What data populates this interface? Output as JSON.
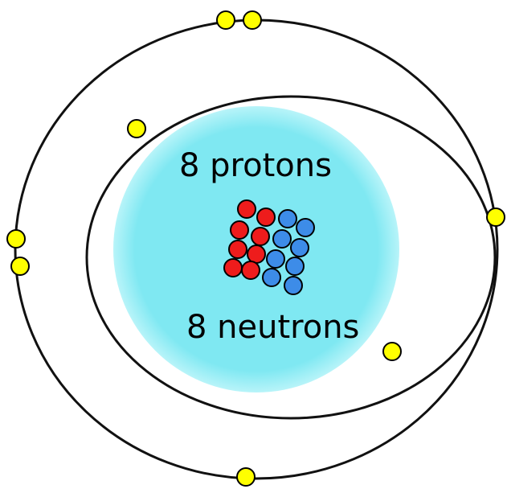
{
  "labels": {
    "protons": "8 protons",
    "neutrons": "8 neutrons"
  },
  "counts": {
    "protons": 8,
    "neutrons": 8,
    "inner_shell_electrons": 2,
    "outer_shell_electrons": 6
  },
  "colors": {
    "nucleus_glow": "#7fe8f2",
    "nucleus_glow_edge": "#b8f4f9",
    "proton": "#ee1c1c",
    "neutron": "#3d8ce8",
    "electron": "#ffff00",
    "orbit": "#111111",
    "background": "#ffffff"
  }
}
